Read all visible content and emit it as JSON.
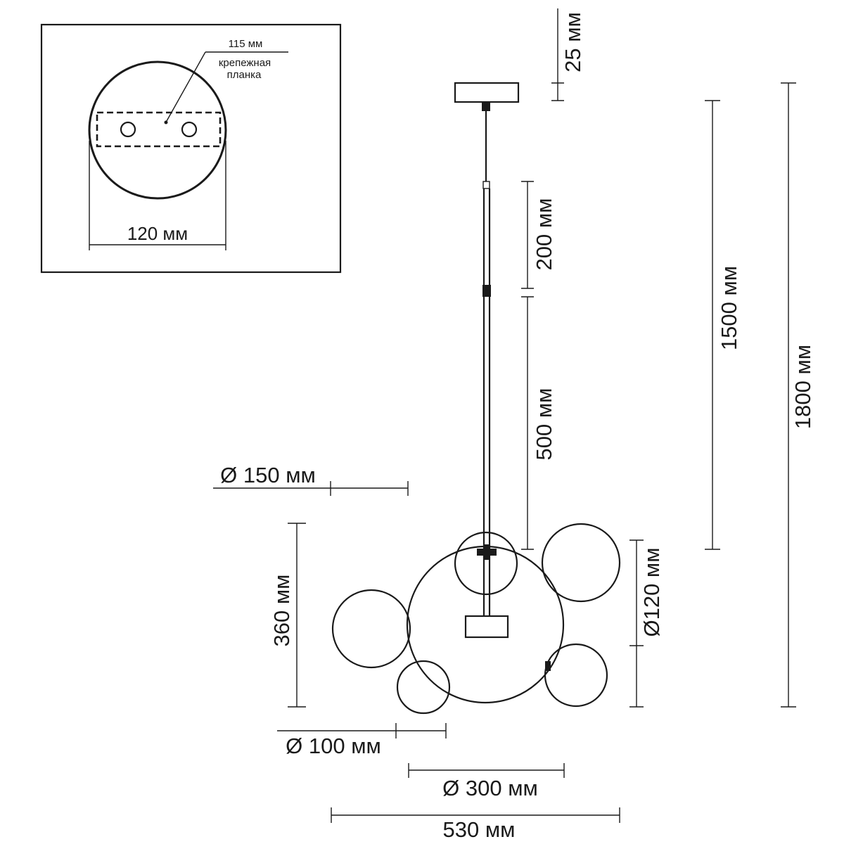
{
  "inset": {
    "plate_label": "115 мм",
    "bracket_label_line1": "крепежная",
    "bracket_label_line2": "планка",
    "width_label": "120 мм"
  },
  "dimensions": {
    "canopy_height": "25 мм",
    "rod_upper": "200 мм",
    "rod_lower": "500 мм",
    "overall_drop": "1500 мм",
    "max_height": "1800 мм",
    "body_height": "360 мм",
    "sphere_150": "Ø 150 мм",
    "sphere_120": "Ø120 мм",
    "sphere_100": "Ø 100 мм",
    "sphere_300": "Ø 300 мм",
    "total_width": "530 мм"
  }
}
